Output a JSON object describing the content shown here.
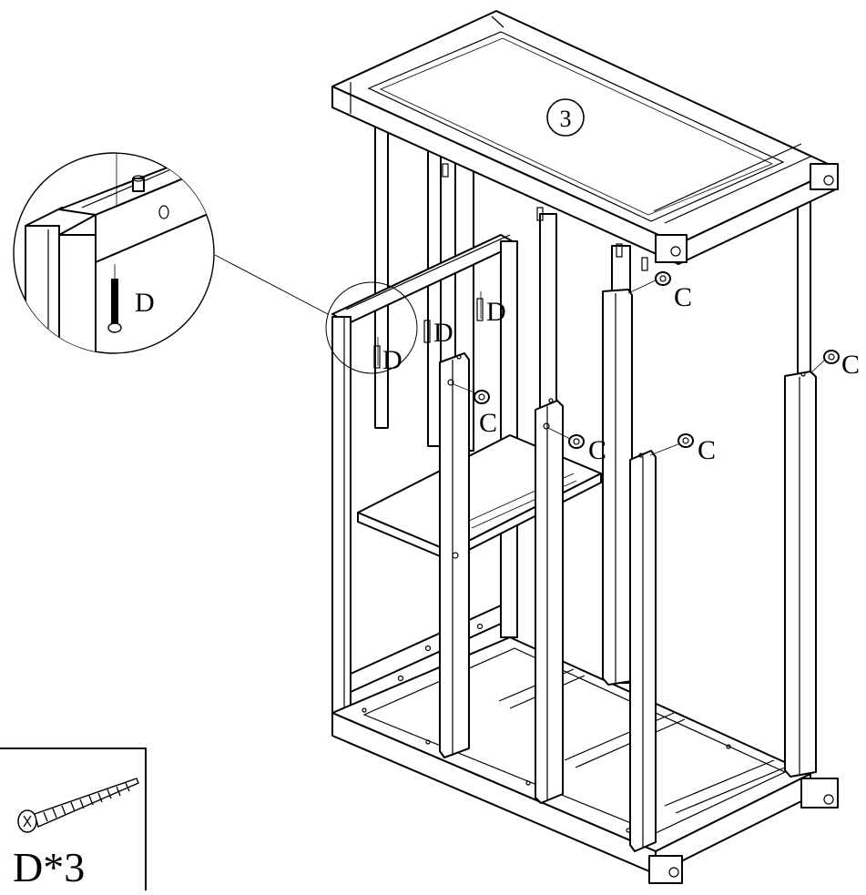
{
  "diagram": {
    "step_number": "3",
    "callouts": {
      "hardware_c": "C",
      "hardware_d": "D"
    },
    "parts_box": {
      "part_label": "D*3"
    }
  }
}
